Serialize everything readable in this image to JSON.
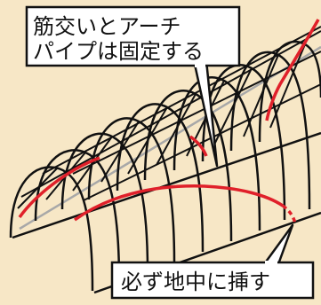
{
  "callouts": {
    "top": {
      "line1": "筋交いとアーチ",
      "line2": "パイプは固定する"
    },
    "bottom": {
      "text": "必ず地中に挿す"
    }
  },
  "colors": {
    "background": "#f7e7c6",
    "frame": "#111111",
    "brace": "#e0202a",
    "ridge_pipe": "#a8a8a8",
    "callout_fill": "#ffffff"
  }
}
